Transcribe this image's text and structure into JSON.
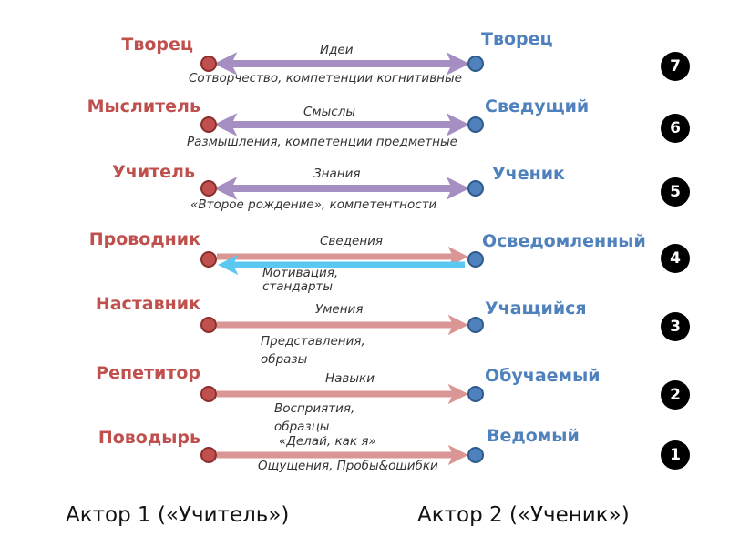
{
  "colors": {
    "left_label": "#c0504d",
    "right_label": "#4f81bd",
    "arrow_purple": "#a58fc2",
    "arrow_red": "#d99694",
    "arrow_blue": "#5ac8f0",
    "badge": "#000000"
  },
  "levels": [
    {
      "level": "7",
      "left": "Творец",
      "right": "Творец",
      "top": "Идеи",
      "bottom": "Сотворчество, компетенции когнитивные",
      "arrow": "double-purple"
    },
    {
      "level": "6",
      "left": "Мыслитель",
      "right": "Сведущий",
      "top": "Смыслы",
      "bottom": "Размышления, компетенции предметные",
      "arrow": "double-purple"
    },
    {
      "level": "5",
      "left": "Учитель",
      "right": "Ученик",
      "top": "Знания",
      "bottom": "«Второе рождение», компетентности",
      "arrow": "double-purple"
    },
    {
      "level": "4",
      "left": "Проводник",
      "right": "Осведомленный",
      "top": "Сведения",
      "bottom": "Мотивация, стандарты",
      "arrow": "right-red-plus-left-blue"
    },
    {
      "level": "3",
      "left": "Наставник",
      "right": "Учащийся",
      "top": "Умения",
      "bottom": "Представления, образы",
      "arrow": "right-red"
    },
    {
      "level": "2",
      "left": "Репетитор",
      "right": "Обучаемый",
      "top": "Навыки",
      "bottom": "Восприятия, образцы",
      "arrow": "right-red"
    },
    {
      "level": "1",
      "left": "Поводырь",
      "right": "Ведомый",
      "top": "«Делай, как я»",
      "bottom": "Ощущения, Пробы&ошибки",
      "arrow": "right-red"
    }
  ],
  "actors": {
    "left": "Актор 1 («Учитель»)",
    "right": "Актор 2 («Ученик»)"
  }
}
